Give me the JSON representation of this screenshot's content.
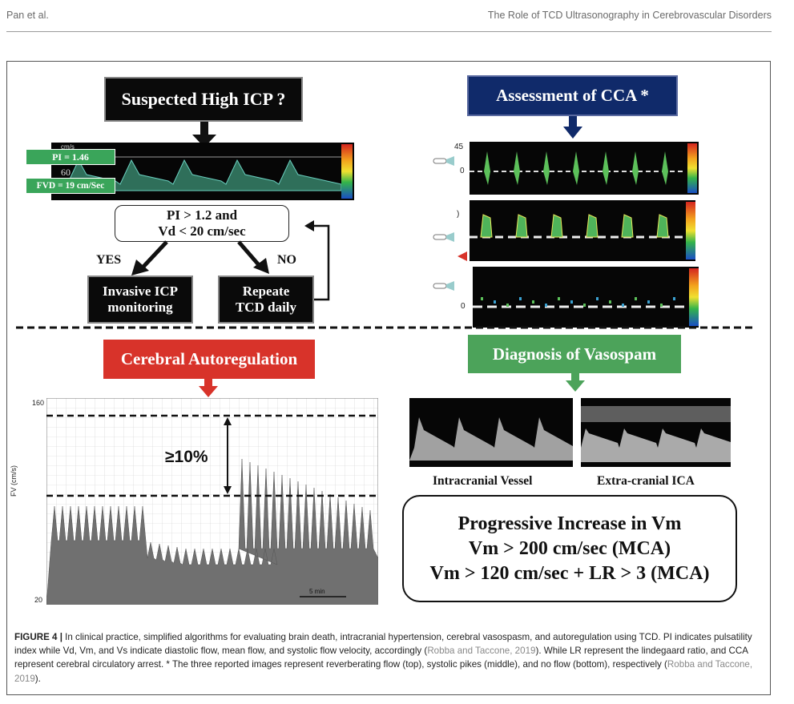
{
  "header": {
    "left": "Pan et al.",
    "right": "The Role of TCD Ultrasonography in Cerebrovascular Disorders"
  },
  "figure": {
    "icp": {
      "title": "Suspected High ICP ?",
      "pi_label": "PI = 1.46",
      "fvd_label": "FVD = 19 cm/Sec",
      "axis_unit": "cm/s",
      "axis_value": "60",
      "criteria_line1": "PI > 1.2 and",
      "criteria_line2": "Vd < 20 cm/sec",
      "yes": "YES",
      "no": "NO",
      "yes_box_line1": "Invasive ICP",
      "yes_box_line2": "monitoring",
      "no_box_line1": "Repeate",
      "no_box_line2": "TCD daily"
    },
    "cca": {
      "title": "Assessment of CCA *",
      "top_max": "45",
      "top_zero": "0",
      "mid_label": ")",
      "bottom_zero": "0"
    },
    "autoreg": {
      "title": "Cerebral Autoregulation",
      "y_top": "160",
      "y_bottom": "20",
      "y_label": "FV (cm/s)",
      "delta": "≥10%",
      "scale": "5 min"
    },
    "vasospasm": {
      "title": "Diagnosis of Vasospam",
      "left_caption": "Intracranial Vessel",
      "right_caption": "Extra-cranial ICA",
      "line1": "Progressive Increase in Vm",
      "line2": "Vm > 200 cm/sec (MCA)",
      "line3": "Vm > 120 cm/sec + LR > 3 (MCA)"
    }
  },
  "caption": {
    "label": "FIGURE 4 |",
    "text1": " In clinical practice, simplified algorithms for evaluating brain death, intracranial hypertension, cerebral vasospasm, and autoregulation using TCD. PI indicates pulsatility index while Vd, Vm, and Vs indicate diastolic flow, mean flow, and systolic flow velocity, accordingly (",
    "cite1": "Robba and Taccone, 2019",
    "text2": "). While LR represent the lindegaard ratio, and CCA represent cerebral circulatory arrest. * The three reported images represent reverberating flow (top), systolic pikes (middle), and no flow (bottom), respectively (",
    "cite2": "Robba and Taccone, 2019",
    "text3": ")."
  },
  "colors": {
    "navy": "#102a6a",
    "red": "#d8332a",
    "green": "#4ca35a",
    "pi_label_bg": "#3aa55a"
  }
}
